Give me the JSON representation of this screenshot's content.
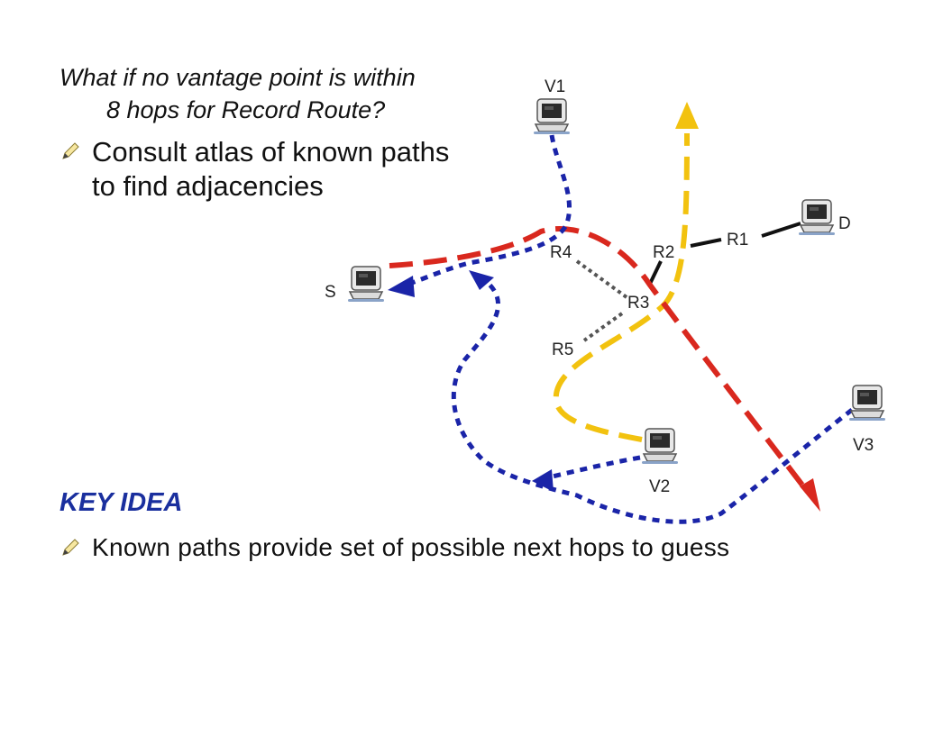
{
  "text": {
    "question_line1": "What if no vantage point is within",
    "question_line2": "8 hops for Record Route?",
    "bullet1": "Consult atlas of known paths to find adjacencies",
    "key_title": "KEY IDEA",
    "bullet2": "Known paths provide set of possible next hops to guess"
  },
  "hosts": {
    "v1": "V1",
    "s": "S",
    "d": "D",
    "v2": "V2",
    "v3": "V3"
  },
  "routers": {
    "r1": "R1",
    "r2": "R2",
    "r3": "R3",
    "r4": "R4",
    "r5": "R5"
  },
  "colors": {
    "key_idea": "#1a2f9e",
    "blue_path": "#1a24a8",
    "red_path": "#d9281e",
    "yellow_path": "#f2c20f",
    "link_black": "#111111",
    "link_gray": "#555555"
  },
  "icons": {
    "bullet": "pencil-icon",
    "host": "computer-icon"
  }
}
